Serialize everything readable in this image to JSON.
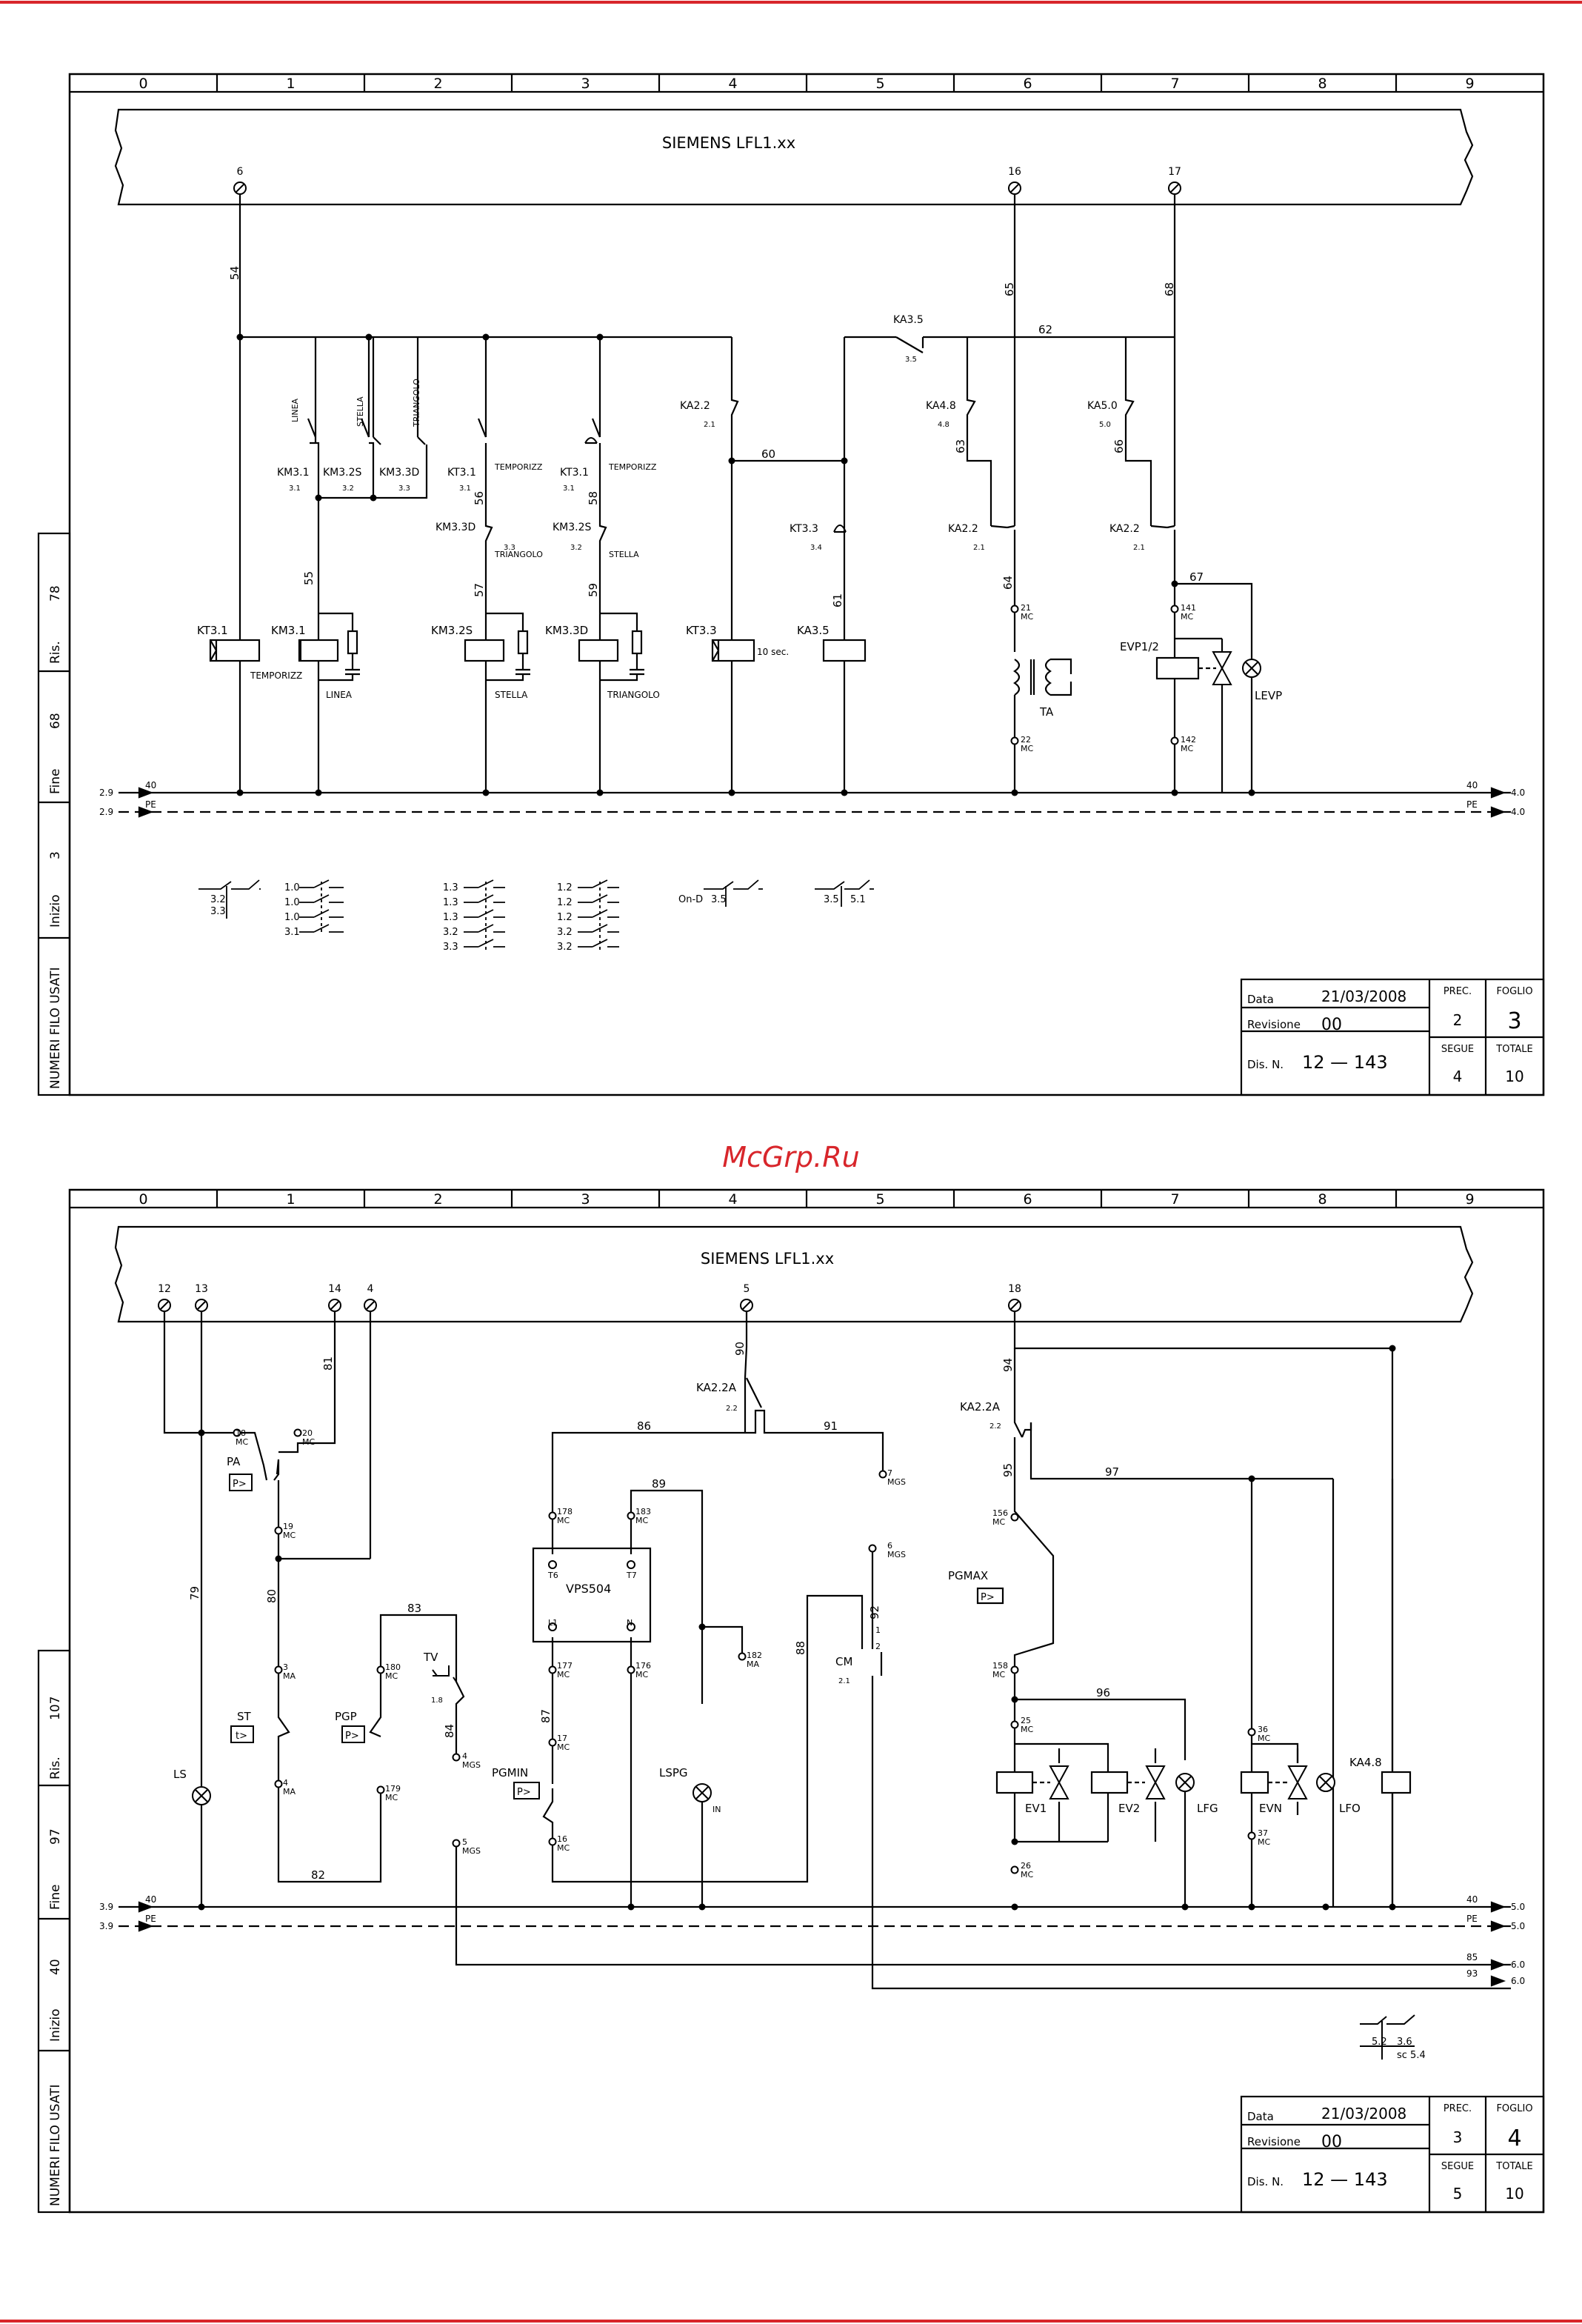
{
  "watermark": "McGrp.Ru",
  "column_numbers": [
    "0",
    "1",
    "2",
    "3",
    "4",
    "5",
    "6",
    "7",
    "8",
    "9"
  ],
  "sheet3": {
    "bar_title": "SIEMENS LFL1.xx",
    "bar_terminals": [
      "6",
      "16",
      "17"
    ],
    "side_strip": {
      "ris_label": "Ris.",
      "ris_value": "78",
      "fine_label": "Fine",
      "fine_value": "68",
      "inizio_label": "Inizio",
      "inizio_value": "3",
      "numeri_label": "NUMERI FILO USATI"
    },
    "rail_labels": {
      "left_40": "2.9",
      "left_pe": "2.9",
      "wire_40": "40",
      "wire_pe": "PE",
      "right_40": "4.0",
      "right_pe": "4.0"
    },
    "wire_numbers": [
      "54",
      "65",
      "68",
      "62",
      "60",
      "55",
      "56",
      "57",
      "58",
      "59",
      "61",
      "63",
      "64",
      "66",
      "67"
    ],
    "components": {
      "kt31_coil": "KT3.1",
      "kt31_coil_note": "TEMPORIZZ",
      "km31_coil": "KM3.1",
      "km31_coil_note": "LINEA",
      "km32s_coil": "KM3.2S",
      "km32s_coil_note": "STELLA",
      "km33d_coil": "KM3.3D",
      "km33d_coil_note": "TRIANGOLO",
      "kt33_coil": "KT3.3",
      "kt33_coil_note": "10 sec.",
      "ka35_coil": "KA3.5",
      "evp_coil": "EVP1/2",
      "levp_lamp": "LEVP",
      "ta": "TA",
      "contacts": [
        {
          "label": "KM3.1",
          "ref": "3.1"
        },
        {
          "label": "KM3.2S",
          "ref": "3.2"
        },
        {
          "label": "KM3.3D",
          "ref": "3.3"
        },
        {
          "label": "KT3.1",
          "ref": "3.1"
        },
        {
          "label": "KT3.1",
          "ref": "3.1"
        },
        {
          "label": "KM3.3D",
          "ref": "3.3"
        },
        {
          "label": "KM3.2S",
          "ref": "3.2"
        },
        {
          "label": "KA2.2",
          "ref": "2.1"
        },
        {
          "label": "KA3.5",
          "ref": "3.5"
        },
        {
          "label": "KT3.3",
          "ref": "3.4"
        },
        {
          "label": "KA4.8",
          "ref": "4.8"
        },
        {
          "label": "KA5.0",
          "ref": "5.0"
        },
        {
          "label": "KA2.2",
          "ref": "2.1"
        },
        {
          "label": "KA2.2",
          "ref": "2.1"
        }
      ],
      "contact_notes": [
        "LINEA",
        "STELLA",
        "TRIANGOLO",
        "TEMPORIZZ",
        "TEMPORIZZ",
        "TRIANGOLO",
        "STELLA"
      ],
      "mc_terminals": [
        "21",
        "22",
        "141",
        "142"
      ],
      "mc_tag": "MC"
    },
    "cross_refs": {
      "a": [
        "3.2",
        "3.3"
      ],
      "b": [
        "1.0",
        "1.0",
        "1.0",
        "3.1"
      ],
      "c": [
        "1.3",
        "1.3",
        "1.3",
        "3.2",
        "3.3"
      ],
      "d": [
        "1.2",
        "1.2",
        "1.2",
        "3.2",
        "3.2"
      ],
      "e": [
        "On-D",
        "3.5"
      ],
      "f": [
        "3.5",
        "5.1"
      ]
    },
    "title_block": {
      "data_label": "Data",
      "date": "21/03/2008",
      "revisione_label": "Revisione",
      "revision": "00",
      "disn_label": "Dis. N.",
      "drawing_number": "12  —  143",
      "prec_label": "PREC.",
      "prec_value": "2",
      "foglio_label": "FOGLIO",
      "foglio_value": "3",
      "segue_label": "SEGUE",
      "segue_value": "4",
      "totale_label": "TOTALE",
      "totale_value": "10"
    }
  },
  "sheet4": {
    "bar_title": "SIEMENS LFL1.xx",
    "bar_terminals": [
      "12",
      "13",
      "14",
      "4",
      "5",
      "18"
    ],
    "side_strip": {
      "ris_label": "Ris.",
      "ris_value": "107",
      "fine_label": "Fine",
      "fine_value": "97",
      "inizio_label": "Inizio",
      "inizio_value": "40",
      "numeri_label": "NUMERI FILO USATI"
    },
    "rail_labels": {
      "left_40": "3.9",
      "left_pe": "3.9",
      "wire_40": "40",
      "wire_pe": "PE",
      "right_40": "5.0",
      "right_pe": "5.0",
      "wire_85": "85",
      "right_85": "6.0",
      "wire_93": "93",
      "right_93": "6.0"
    },
    "wire_numbers": [
      "79",
      "80",
      "81",
      "82",
      "83",
      "84",
      "86",
      "87",
      "88",
      "89",
      "90",
      "91",
      "92",
      "94",
      "95",
      "96",
      "97"
    ],
    "components": {
      "pa": "PA",
      "st": "ST",
      "pgp": "PGP",
      "tv": "TV",
      "tv_ref": "1.8",
      "pgmin": "PGMIN",
      "pgmax": "PGMAX",
      "ls": "LS",
      "lspg": "LSPG",
      "lspg_tag": "IN",
      "vps": "VPS504",
      "cm": "CM",
      "cm_ref": "2.1",
      "ka22a": "KA2.2A",
      "ka22a_ref": "2.2",
      "ka22a_b": "KA2.2A",
      "ka22a_b_ref": "2.2",
      "ev1": "EV1",
      "ev2": "EV2",
      "lfg": "LFG",
      "evn": "EVN",
      "lfo": "LFO",
      "ka48": "KA4.8",
      "p_sym": "P>",
      "t_sym": "t>",
      "vps_pins": [
        "T6",
        "T7",
        "L1",
        "N"
      ],
      "mc_terminals": [
        "18",
        "20",
        "19",
        "180",
        "179",
        "178",
        "183",
        "177",
        "176",
        "17",
        "16",
        "156",
        "158",
        "25",
        "26",
        "36",
        "37"
      ],
      "ma_terminals": [
        "3",
        "4",
        "182"
      ],
      "mgs_terminals": [
        "4",
        "5",
        "7",
        "6"
      ],
      "mc_tag": "MC",
      "ma_tag": "MA",
      "mgs_tag": "MGS",
      "cm_pins": [
        "1",
        "2"
      ]
    },
    "cross_refs": {
      "a": [
        "5.2",
        "3.6",
        "sc  5.4"
      ]
    },
    "title_block": {
      "data_label": "Data",
      "date": "21/03/2008",
      "revisione_label": "Revisione",
      "revision": "00",
      "disn_label": "Dis. N.",
      "drawing_number": "12  —  143",
      "prec_label": "PREC.",
      "prec_value": "3",
      "foglio_label": "FOGLIO",
      "foglio_value": "4",
      "segue_label": "SEGUE",
      "segue_value": "5",
      "totale_label": "TOTALE",
      "totale_value": "10"
    }
  }
}
